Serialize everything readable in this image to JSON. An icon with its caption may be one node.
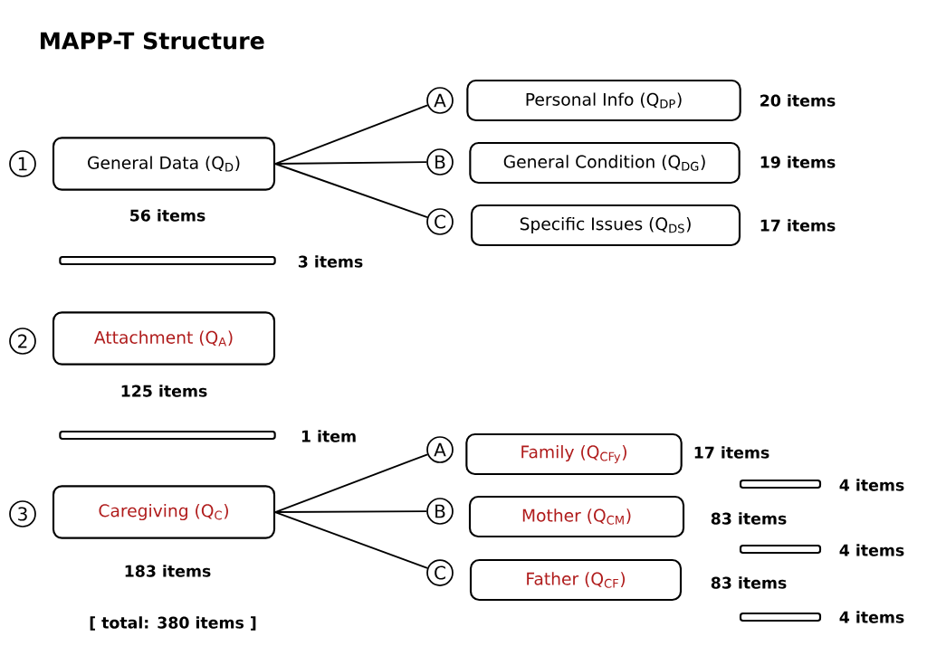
{
  "diagram": {
    "title": "MAPP-T Structure",
    "nodes": [
      {
        "text": [
          "1"
        ]
      },
      {
        "text": [
          "General Data (Q$_{D}$)"
        ],
        "beside": [
          "56 items"
        ]
      },
      {
        "text": [
          "A"
        ]
      },
      {
        "text": [
          "Personal Info (Q$_{DP}$)"
        ],
        "beside": [
          "20 items"
        ]
      },
      {
        "text": [
          "B"
        ]
      },
      {
        "text": [
          "General Condition (Q$_{DG}$)"
        ],
        "beside": [
          "19 items"
        ]
      },
      {
        "text": [
          "C"
        ]
      },
      {
        "text": [
          "Specific Issues (Q$_{DS}$)"
        ],
        "beside": [
          "17 items"
        ]
      },
      {
        "text": [],
        "shape": "bar",
        "beside": [
          "3 items"
        ]
      },
      {
        "text": [
          "2"
        ]
      },
      {
        "text": [
          "Attachment (Q$_{A}$)"
        ],
        "beside": [
          "125 items"
        ]
      },
      {
        "text": [],
        "shape": "bar",
        "beside": [
          "1 item"
        ]
      },
      {
        "text": [
          "3"
        ]
      },
      {
        "text": [
          "Caregiving (Q$_{C}$)"
        ],
        "beside": [
          "183 items"
        ]
      },
      {
        "text": [
          "A"
        ]
      },
      {
        "text": [
          "Family (Q$_{CFy}$)"
        ],
        "beside": [
          "17 items"
        ]
      },
      {
        "text": [],
        "shape": "bar",
        "beside": [
          "4 items"
        ]
      },
      {
        "text": [
          "B"
        ]
      },
      {
        "text": [
          "Mother (Q$_{CM}$)"
        ],
        "beside": [
          "83 items"
        ]
      },
      {
        "text": [],
        "shape": "bar",
        "beside": [
          "4 items"
        ]
      },
      {
        "text": [
          "C"
        ]
      },
      {
        "text": [
          "Father (Q$_{CF}$)"
        ],
        "beside": [
          "83 items"
        ]
      },
      {
        "text": [],
        "shape": "bar",
        "beside": [
          "4 items"
        ]
      }
    ],
    "edges": [
      {
        "from": 1,
        "to": 2,
        "arrow": "none"
      },
      {
        "from": 1,
        "to": 4,
        "arrow": "none"
      },
      {
        "from": 1,
        "to": 6,
        "arrow": "none"
      },
      {
        "from": 13,
        "to": 14,
        "arrow": "none"
      },
      {
        "from": 13,
        "to": 17,
        "arrow": "none"
      },
      {
        "from": 13,
        "to": 20,
        "arrow": "none"
      }
    ],
    "labels": [
      "[ total: 380 items ]"
    ]
  }
}
